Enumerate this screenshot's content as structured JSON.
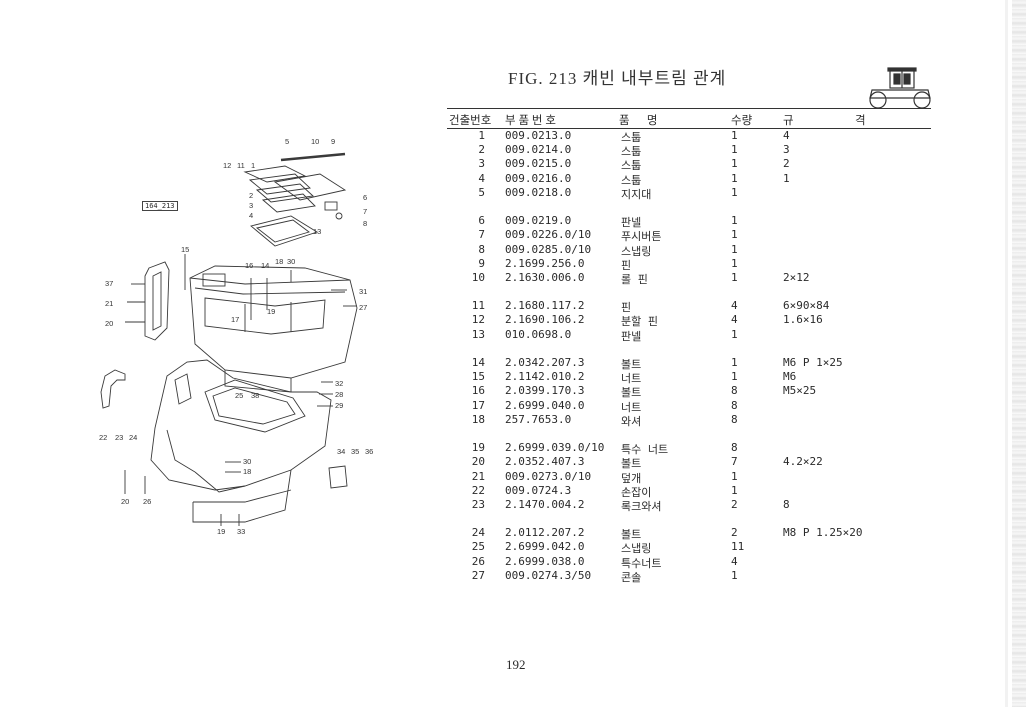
{
  "title": "FIG. 213 캐빈 내부트림 관계",
  "figure_ref": "164_213",
  "page_number": "192",
  "table": {
    "headers": {
      "no": "건출번호",
      "part_no": "부 품 번 호",
      "name": "품      명",
      "qty": "수량",
      "spec1": "규",
      "spec2": "격"
    },
    "groups": [
      [
        {
          "no": "1",
          "part_no": "009.0213.0",
          "name": "스툽",
          "qty": "1",
          "spec": "4"
        },
        {
          "no": "2",
          "part_no": "009.0214.0",
          "name": "스툽",
          "qty": "1",
          "spec": "3"
        },
        {
          "no": "3",
          "part_no": "009.0215.0",
          "name": "스툽",
          "qty": "1",
          "spec": "2"
        },
        {
          "no": "4",
          "part_no": "009.0216.0",
          "name": "스툽",
          "qty": "1",
          "spec": "1"
        },
        {
          "no": "5",
          "part_no": "009.0218.0",
          "name": "지지대",
          "qty": "1",
          "spec": ""
        }
      ],
      [
        {
          "no": "6",
          "part_no": "009.0219.0",
          "name": "판넬",
          "qty": "1",
          "spec": ""
        },
        {
          "no": "7",
          "part_no": "009.0226.0/10",
          "name": "푸시버튼",
          "qty": "1",
          "spec": ""
        },
        {
          "no": "8",
          "part_no": "009.0285.0/10",
          "name": "스냅링",
          "qty": "1",
          "spec": ""
        },
        {
          "no": "9",
          "part_no": "2.1699.256.0",
          "name": "핀",
          "qty": "1",
          "spec": ""
        },
        {
          "no": "10",
          "part_no": "2.1630.006.0",
          "name": "롤 핀",
          "qty": "1",
          "spec": "2×12"
        }
      ],
      [
        {
          "no": "11",
          "part_no": "2.1680.117.2",
          "name": "핀",
          "qty": "4",
          "spec": "6×90×84"
        },
        {
          "no": "12",
          "part_no": "2.1690.106.2",
          "name": "분할 핀",
          "qty": "4",
          "spec": "1.6×16"
        },
        {
          "no": "13",
          "part_no": "010.0698.0",
          "name": "판넬",
          "qty": "1",
          "spec": ""
        }
      ],
      [
        {
          "no": "14",
          "part_no": "2.0342.207.3",
          "name": "볼트",
          "qty": "1",
          "spec": "M6 P 1×25"
        },
        {
          "no": "15",
          "part_no": "2.1142.010.2",
          "name": "너트",
          "qty": "1",
          "spec": "M6"
        },
        {
          "no": "16",
          "part_no": "2.0399.170.3",
          "name": "볼트",
          "qty": "8",
          "spec": "M5×25"
        },
        {
          "no": "17",
          "part_no": "2.6999.040.0",
          "name": "너트",
          "qty": "8",
          "spec": ""
        },
        {
          "no": "18",
          "part_no": "257.7653.0",
          "name": "와셔",
          "qty": "8",
          "spec": ""
        }
      ],
      [
        {
          "no": "19",
          "part_no": "2.6999.039.0/10",
          "name": "특수 너트",
          "qty": "8",
          "spec": ""
        },
        {
          "no": "20",
          "part_no": "2.0352.407.3",
          "name": "볼트",
          "qty": "7",
          "spec": "4.2×22"
        },
        {
          "no": "21",
          "part_no": "009.0273.0/10",
          "name": "덮개",
          "qty": "1",
          "spec": ""
        },
        {
          "no": "22",
          "part_no": "009.0724.3",
          "name": "손잡이",
          "qty": "1",
          "spec": ""
        },
        {
          "no": "23",
          "part_no": "2.1470.004.2",
          "name": "록크와셔",
          "qty": "2",
          "spec": "8"
        }
      ],
      [
        {
          "no": "24",
          "part_no": "2.0112.207.2",
          "name": "볼트",
          "qty": "2",
          "spec": "M8 P 1.25×20"
        },
        {
          "no": "25",
          "part_no": "2.6999.042.0",
          "name": "스냅링",
          "qty": "11",
          "spec": ""
        },
        {
          "no": "26",
          "part_no": "2.6999.038.0",
          "name": "특수너트",
          "qty": "4",
          "spec": ""
        },
        {
          "no": "27",
          "part_no": "009.0274.3/50",
          "name": "콘솔",
          "qty": "1",
          "spec": ""
        }
      ]
    ]
  },
  "callouts": [
    "5",
    "10",
    "9",
    "12",
    "11",
    "1",
    "2",
    "3",
    "4",
    "6",
    "7",
    "8",
    "13",
    "15",
    "16",
    "14",
    "18",
    "30",
    "37",
    "21",
    "20",
    "31",
    "17",
    "19",
    "27",
    "32",
    "25",
    "38",
    "28",
    "29",
    "22",
    "23",
    "24",
    "34",
    "35",
    "36",
    "30",
    "18",
    "20",
    "26",
    "19",
    "33"
  ]
}
